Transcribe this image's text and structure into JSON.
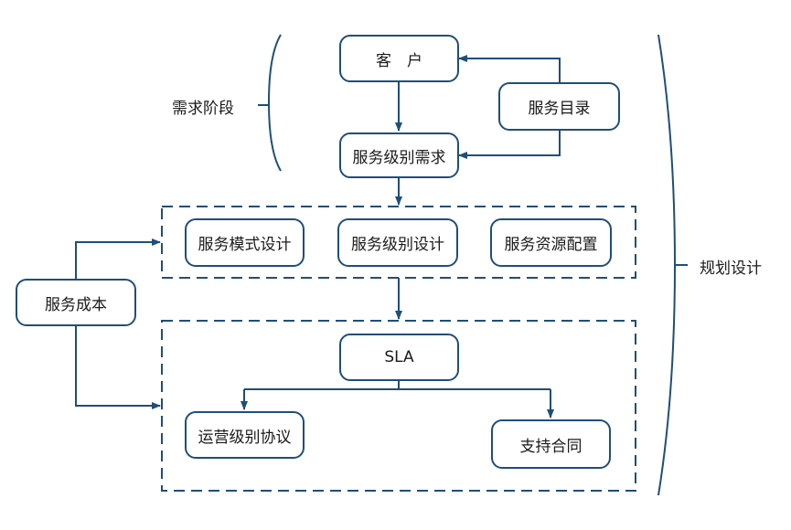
{
  "nodes": {
    "customer": "客　户",
    "service_catalog": "服务目录",
    "service_level_requirement": "服务级别需求",
    "service_mode_design": "服务模式设计",
    "service_level_design": "服务级别设计",
    "service_resource_config": "服务资源配置",
    "service_cost": "服务成本",
    "sla": "SLA",
    "ola": "运营级别协议",
    "support_contract": "支持合同"
  },
  "labels": {
    "requirement_phase": "需求阶段",
    "planning_design": "规划设计"
  },
  "colors": {
    "line": "#1f4e79",
    "text": "#1a1a1a",
    "background": "#ffffff"
  }
}
